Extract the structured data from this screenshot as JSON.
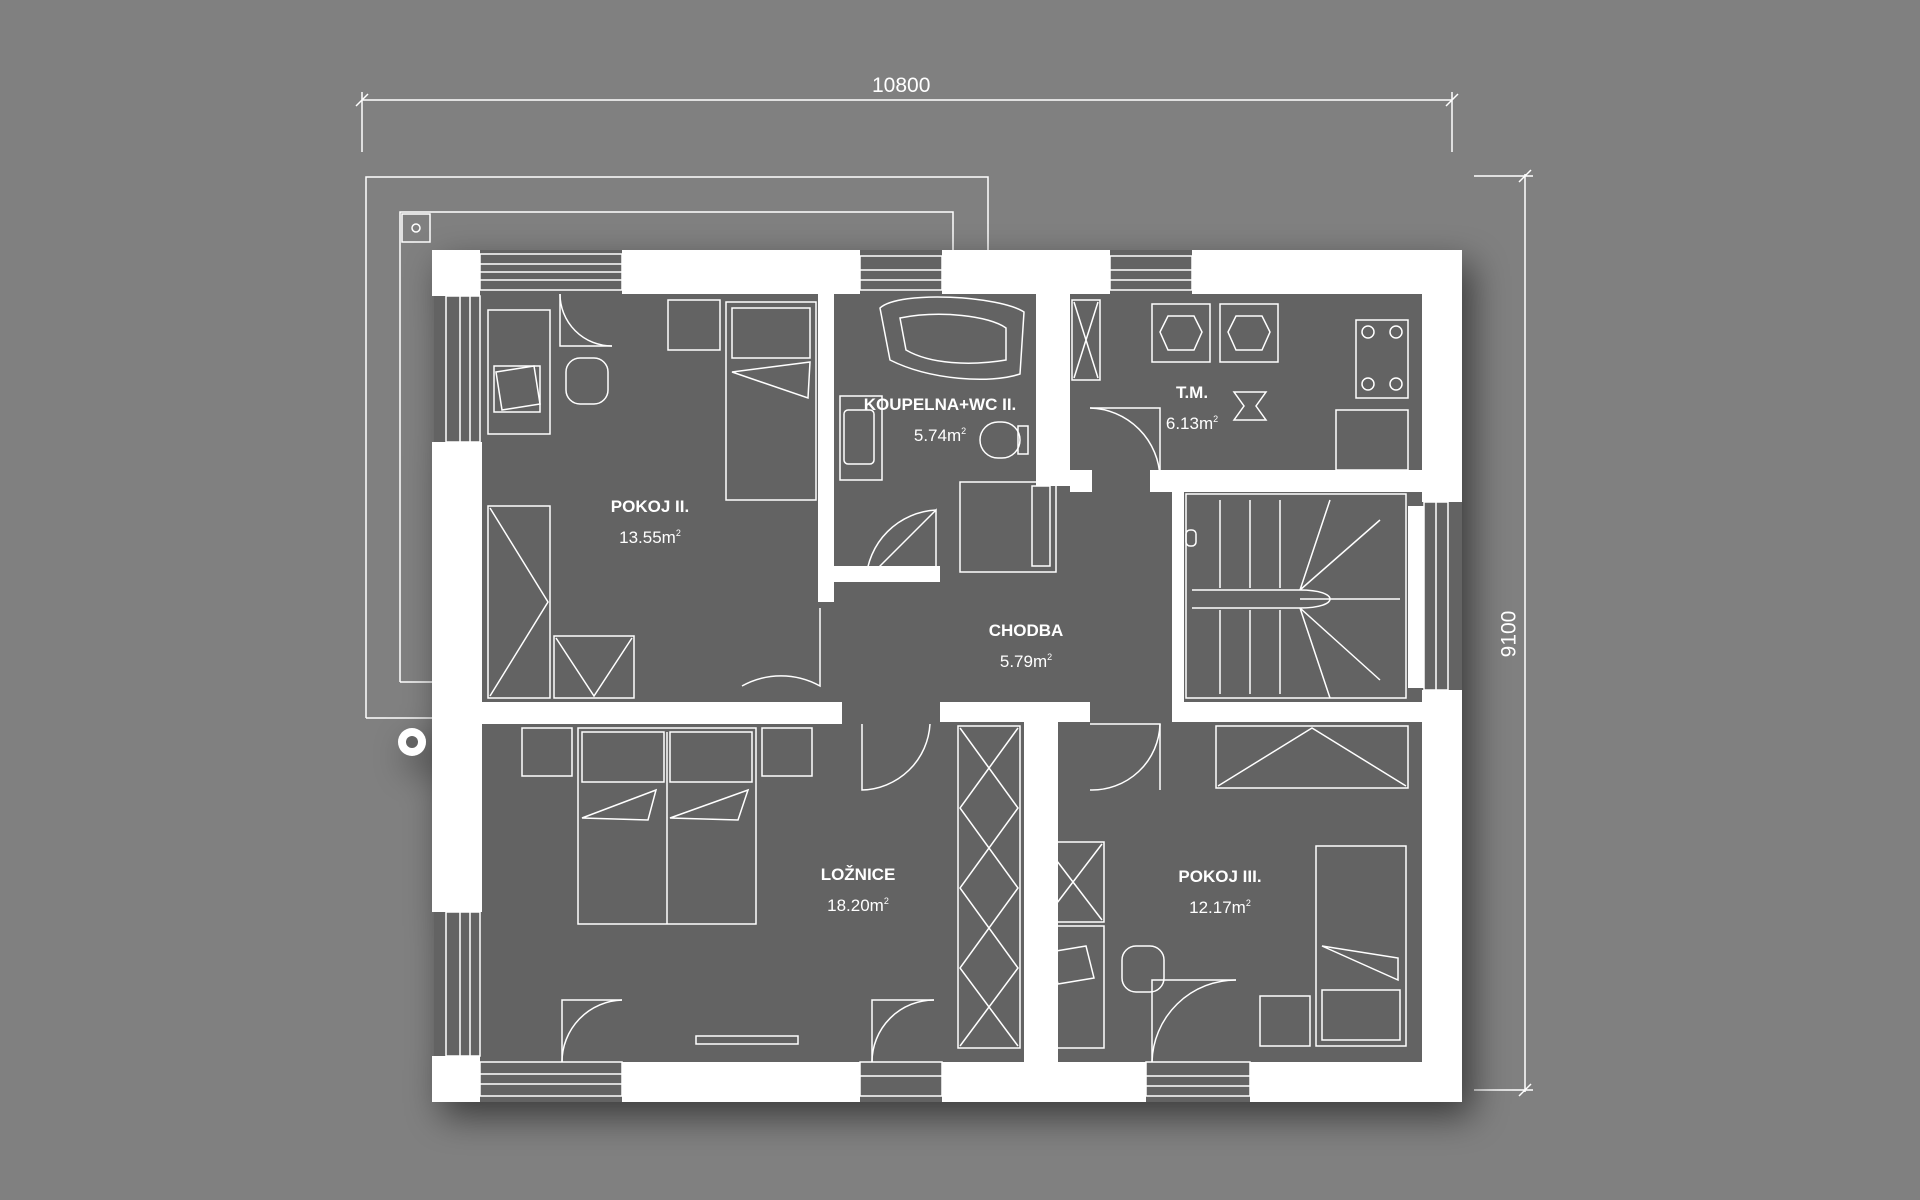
{
  "dimensions": {
    "width": "10800",
    "height": "9100"
  },
  "rooms": [
    {
      "name": "POKOJ II.",
      "area": "13.55m",
      "area_sup": "2"
    },
    {
      "name": "KOUPELNA+WC II.",
      "area": "5.74m",
      "area_sup": "2"
    },
    {
      "name": "T.M.",
      "area": "6.13m",
      "area_sup": "2"
    },
    {
      "name": "CHODBA",
      "area": "5.79m",
      "area_sup": "2"
    },
    {
      "name": "LOŽNICE",
      "area": "18.20m",
      "area_sup": "2"
    },
    {
      "name": "POKOJ III.",
      "area": "12.17m",
      "area_sup": "2"
    }
  ],
  "colors": {
    "background": "#808080",
    "floor": "#636363",
    "wall": "#ffffff",
    "line": "#ffffff"
  }
}
